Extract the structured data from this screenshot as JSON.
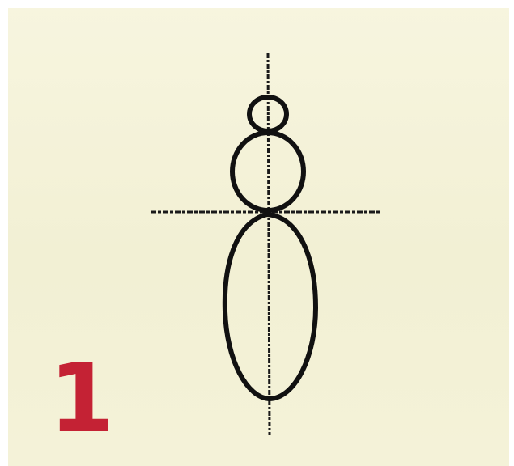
{
  "step": {
    "number": "1",
    "color": "#c42234"
  },
  "colors": {
    "background": "#f4f2d8",
    "ink": "#111111"
  },
  "figure": {
    "parts": [
      "head-circle",
      "neck-circle",
      "body-oval",
      "vertical-guide-line",
      "horizontal-guide-line"
    ]
  }
}
